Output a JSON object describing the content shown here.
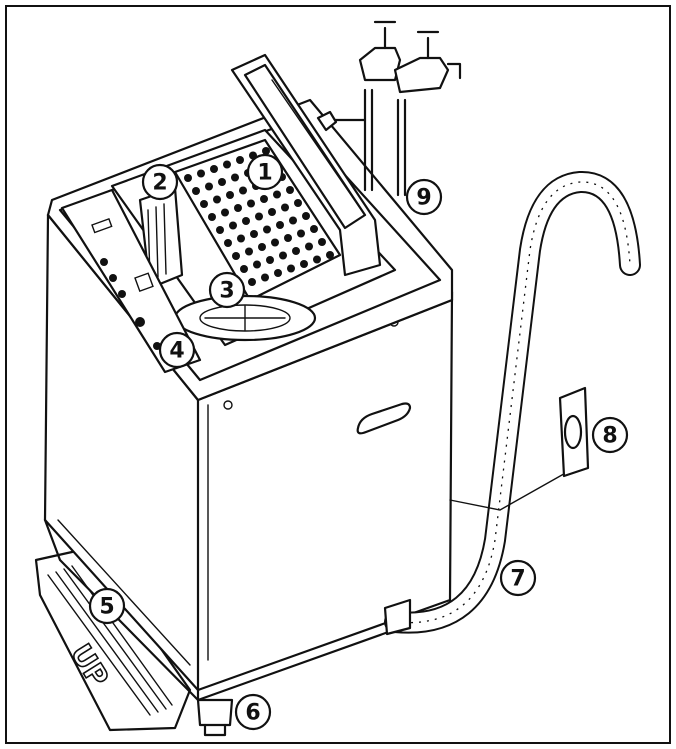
{
  "diagram": {
    "callouts": [
      {
        "id": "1",
        "label": "1"
      },
      {
        "id": "2",
        "label": "2"
      },
      {
        "id": "3",
        "label": "3"
      },
      {
        "id": "4",
        "label": "4"
      },
      {
        "id": "5",
        "label": "5"
      },
      {
        "id": "6",
        "label": "6"
      },
      {
        "id": "7",
        "label": "7"
      },
      {
        "id": "8",
        "label": "8"
      },
      {
        "id": "9",
        "label": "9"
      }
    ],
    "base_text": "UP"
  }
}
